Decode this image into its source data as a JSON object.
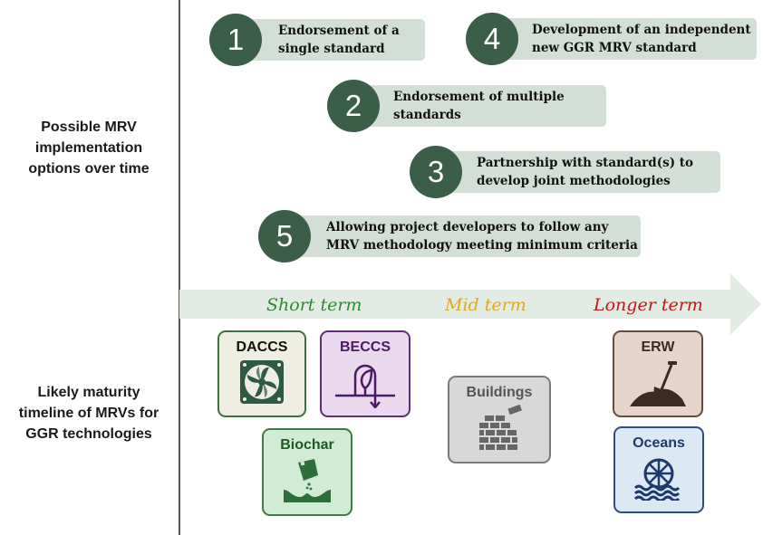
{
  "side_labels": {
    "options": "Possible MRV\nimplementation\noptions over time",
    "maturity": "Likely maturity\ntimeline of MRVs for\nGGR technologies"
  },
  "options": [
    {
      "number": "1",
      "text": "Endorsement of a\nsingle standard"
    },
    {
      "number": "4",
      "text": "Development of an independent\nnew GGR MRV standard"
    },
    {
      "number": "2",
      "text": "Endorsement of multiple\nstandards"
    },
    {
      "number": "3",
      "text": "Partnership with standard(s) to\ndevelop joint methodologies"
    },
    {
      "number": "5",
      "text": "Allowing project developers to follow any\nMRV methodology meeting minimum criteria"
    }
  ],
  "terms": {
    "short": "Short term",
    "mid": "Mid term",
    "longer": "Longer term"
  },
  "term_colors": {
    "short": "#2e8b2e",
    "mid": "#e0a820",
    "longer": "#c01818"
  },
  "technologies": {
    "daccs": {
      "label": "DACCS",
      "icon": "fan-icon"
    },
    "beccs": {
      "label": "BECCS",
      "icon": "plant-cycle-icon"
    },
    "biochar": {
      "label": "Biochar",
      "icon": "soil-bag-icon"
    },
    "buildings": {
      "label": "Buildings",
      "icon": "brick-wall-icon"
    },
    "erw": {
      "label": "ERW",
      "icon": "shovel-icon"
    },
    "oceans": {
      "label": "Oceans",
      "icon": "waterwheel-icon"
    }
  }
}
